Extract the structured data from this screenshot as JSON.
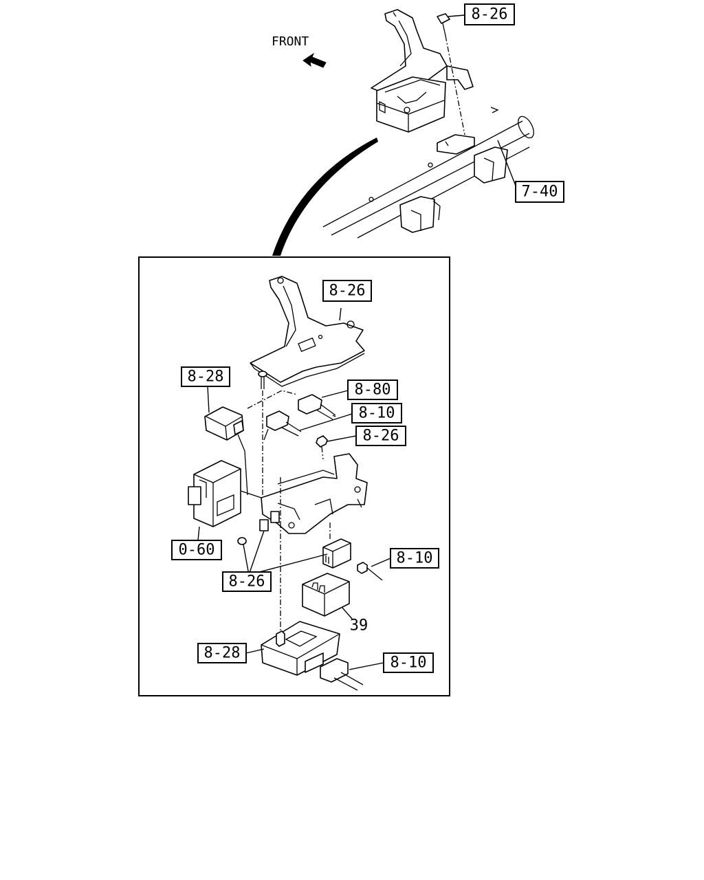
{
  "orientation_label": "FRONT",
  "callouts": {
    "top_bolt": "8-26",
    "frame": "7-40",
    "detail_bracket": "8-26",
    "relay_left": "8-28",
    "connector_a": "8-80",
    "connector_b": "8-10",
    "nut_upper": "8-26",
    "module_left": "0-60",
    "connector_right": "8-10",
    "nuts_lower": "8-26",
    "relay_block": "39",
    "control_unit": "8-28",
    "harness_plug": "8-10"
  },
  "icons": [
    "front-arrow-icon"
  ]
}
